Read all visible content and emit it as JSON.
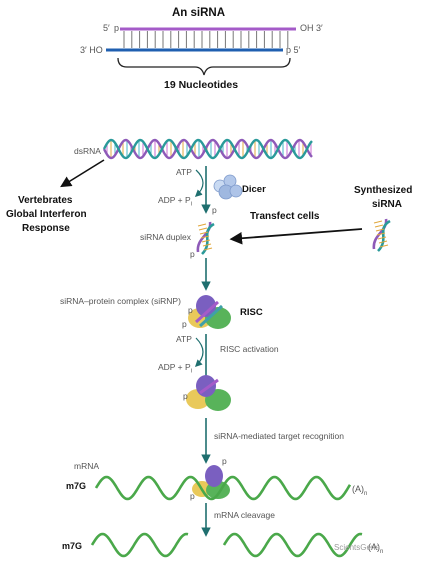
{
  "sirna_box": {
    "title": "An siRNA",
    "top_left": "5′",
    "top_p": "p",
    "top_right": "OH 3′",
    "bottom_left": "3′ HO",
    "bottom_right": "p 5′",
    "length_label": "19 Nucleotides"
  },
  "labels": {
    "dsrna": "dsRNA",
    "atp_1": "ATP",
    "adp_1": "ADP + P",
    "adp_1_sub": "i",
    "dicer": "Dicer",
    "vertebrates": "Vertebrates",
    "global_interferon": "Global Interferon",
    "response": "Response",
    "synthesized": "Synthesized",
    "sirna": "siRNA",
    "transfect": "Transfect cells",
    "duplex": "siRNA duplex",
    "sirnp": "siRNA–protein complex (siRNP)",
    "risc": "RISC",
    "atp_2": "ATP",
    "risc_activation": "RISC activation",
    "adp_2": "ADP + P",
    "adp_2_sub": "i",
    "target_recognition": "siRNA-mediated target recognition",
    "mrna": "mRNA",
    "m7g_1": "m7G",
    "polya_1": "(A)",
    "polya_1_sub": "n",
    "cleavage": "mRNA cleavage",
    "m7g_2": "m7G",
    "polya_2": "(A)",
    "polya_2_sub": "n",
    "p_marks": [
      "p",
      "p",
      "p",
      "p",
      "p",
      "p",
      "p"
    ],
    "watermark": "ScientsGene"
  },
  "colors": {
    "top_strand": "#a45bc8",
    "bottom_strand": "#1f5fb0",
    "helix_purple": "#8e5ab8",
    "helix_teal": "#2a9a9a",
    "mrna_green": "#4aa84a",
    "arrow": "#1f6f6f",
    "dicer": "#9fb8e0",
    "risc_purple": "#7a5fc0",
    "risc_yellow": "#e9c95a",
    "risc_green": "#58b35a"
  }
}
